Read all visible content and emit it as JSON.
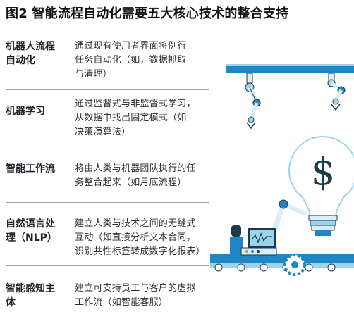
{
  "title": "图2 智能流程自动化需要五大核心技术的整合支持",
  "rows": [
    {
      "label": "机器人流程自动化",
      "label_line1": "机器人流程",
      "label_line2": "自动化",
      "desc_lines": [
        "通过现有使用者界面将例行",
        "任务自动化（如，数据抓取",
        "与清理）"
      ]
    },
    {
      "label": "机器学习",
      "desc_lines": [
        "通过监督式与非监督式学习，",
        "从数据中找出固定模式（如",
        "决策演算法）"
      ]
    },
    {
      "label": "智能工作流",
      "desc_lines": [
        "将由人类与机器团队执行的任",
        "务整合起来（如月底流程）"
      ]
    },
    {
      "label": "自然语言处理（NLP）",
      "label_line1": "自然语言处",
      "label_line2": "理（NLP）",
      "desc_lines": [
        "建立人类与技术之间的无缝式",
        "互动（如直接分析文本合同，",
        "识别共性标签转成数字化报表）"
      ]
    },
    {
      "label": "智能感知主体",
      "label_line1": "智能感知主",
      "label_line2": "体",
      "desc_lines": [
        "建立可支持员工与客户的虚拟",
        "工作流（如智能客服）"
      ]
    }
  ],
  "illustration": {
    "bulb_symbol": "$",
    "colors": {
      "primary_blue": "#1e88c7",
      "light_blue": "#9ed3ee",
      "pale_blue": "#d9eef8",
      "dark_navy": "#1b3a4b",
      "accent_green": "#7bc043"
    }
  }
}
